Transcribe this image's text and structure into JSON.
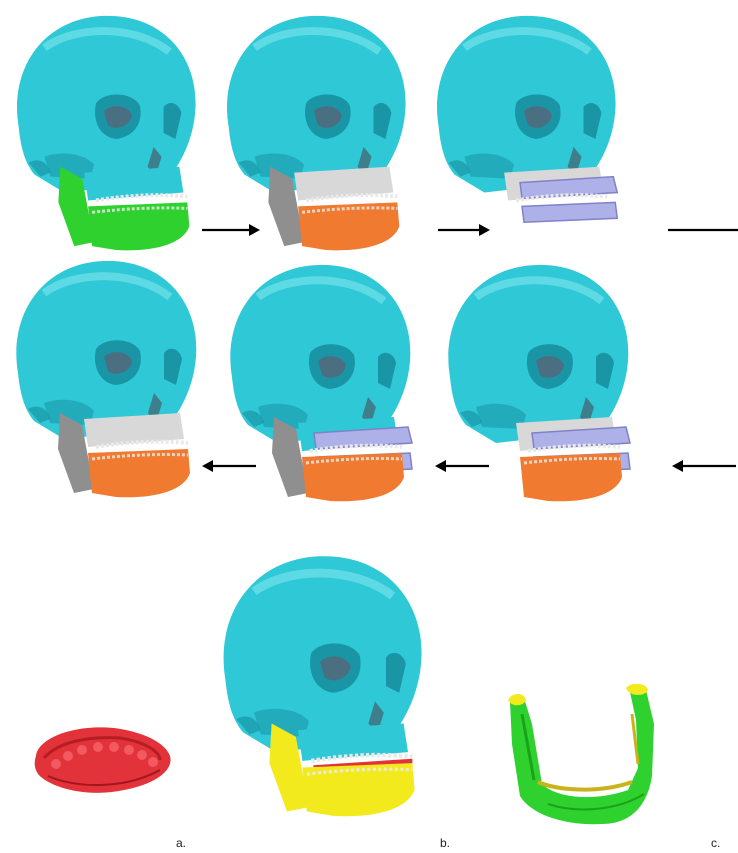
{
  "panel_labels": {
    "a": "a.",
    "b": "b.",
    "c": "c."
  },
  "colors": {
    "skull": "#2ec8d6",
    "skull_dark": "#1a95a5",
    "skull_light": "#7fe6ef",
    "mandible_green": "#2fd12f",
    "mandible_orange": "#f07a30",
    "ramus_gray": "#8f8f8f",
    "maxilla_gray": "#d8d8d8",
    "splint_lavender": "#aeb0e8",
    "splint_red": "#e3333a",
    "mandible_yellow": "#f2ea1c",
    "arrow": "#000000"
  },
  "figures": [
    {
      "id": "row1-step1",
      "mandible": "green",
      "ramus": "green",
      "maxilla": "skull",
      "splint": "none"
    },
    {
      "id": "row1-step2",
      "mandible": "orange",
      "ramus": "gray",
      "maxilla": "gray",
      "splint": "none"
    },
    {
      "id": "row1-step3",
      "mandible": "hidden",
      "ramus": "hidden",
      "maxilla": "gray",
      "splint": "lavender"
    },
    {
      "id": "row2-step1",
      "mandible": "orange",
      "ramus": "gray",
      "maxilla": "gray",
      "splint": "none"
    },
    {
      "id": "row2-step2",
      "mandible": "orange",
      "ramus": "gray",
      "maxilla": "skull",
      "splint": "lavender"
    },
    {
      "id": "row2-step3",
      "mandible": "orange",
      "ramus": "hidden",
      "maxilla": "gray",
      "splint": "lavender"
    },
    {
      "id": "final-skull",
      "mandible": "yellow",
      "ramus": "yellow",
      "maxilla": "skull",
      "splint": "red-strip"
    }
  ],
  "arrows": [
    {
      "id": "arrow-row1-a",
      "direction": "right"
    },
    {
      "id": "arrow-row1-b",
      "direction": "right"
    },
    {
      "id": "arrow-row1-c",
      "direction": "line"
    },
    {
      "id": "arrow-row2-a",
      "direction": "left"
    },
    {
      "id": "arrow-row2-b",
      "direction": "left"
    },
    {
      "id": "arrow-row2-c",
      "direction": "left"
    }
  ]
}
